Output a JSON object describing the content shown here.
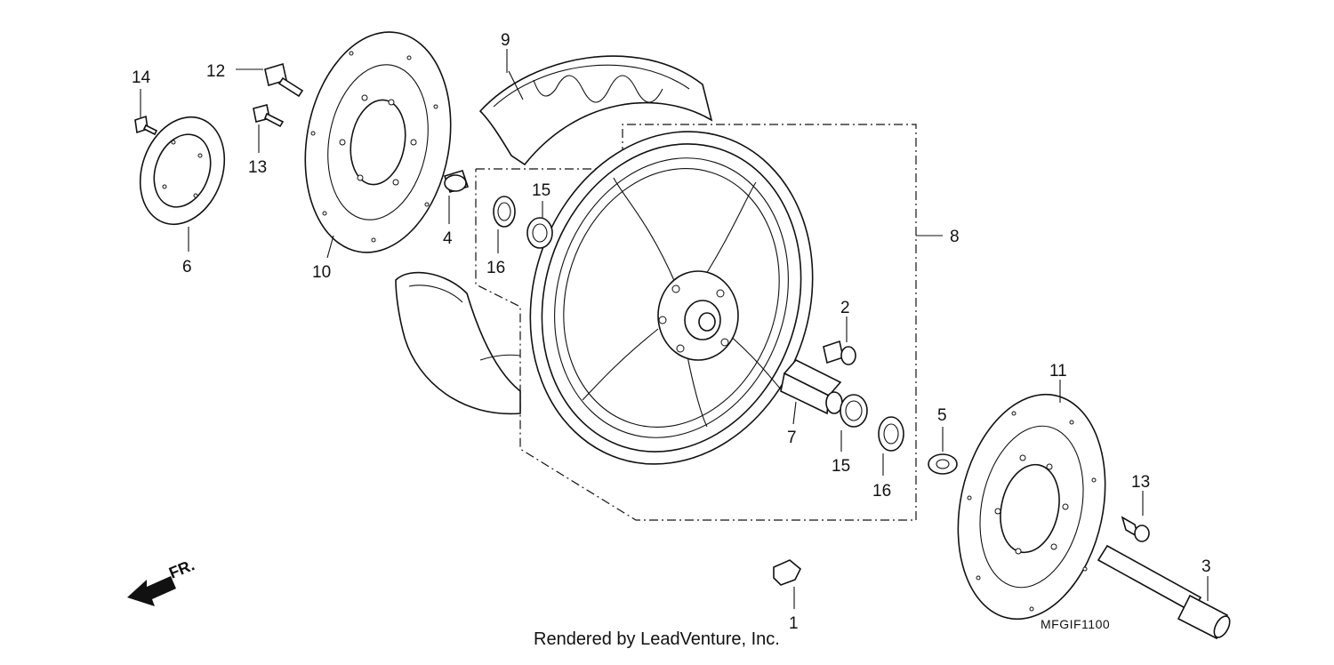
{
  "callouts": [
    {
      "id": "1",
      "text": "1"
    },
    {
      "id": "2",
      "text": "2"
    },
    {
      "id": "3",
      "text": "3"
    },
    {
      "id": "4",
      "text": "4"
    },
    {
      "id": "5",
      "text": "5"
    },
    {
      "id": "6",
      "text": "6"
    },
    {
      "id": "7",
      "text": "7"
    },
    {
      "id": "8",
      "text": "8"
    },
    {
      "id": "9",
      "text": "9"
    },
    {
      "id": "10",
      "text": "10"
    },
    {
      "id": "11",
      "text": "11"
    },
    {
      "id": "12",
      "text": "12"
    },
    {
      "id": "13a",
      "text": "13"
    },
    {
      "id": "13b",
      "text": "13"
    },
    {
      "id": "14",
      "text": "14"
    },
    {
      "id": "15a",
      "text": "15"
    },
    {
      "id": "15b",
      "text": "15"
    },
    {
      "id": "16a",
      "text": "16"
    },
    {
      "id": "16b",
      "text": "16"
    }
  ],
  "direction_label": "FR.",
  "diagram_code": "MFGIF1100",
  "footer": "Rendered by LeadVenture, Inc."
}
